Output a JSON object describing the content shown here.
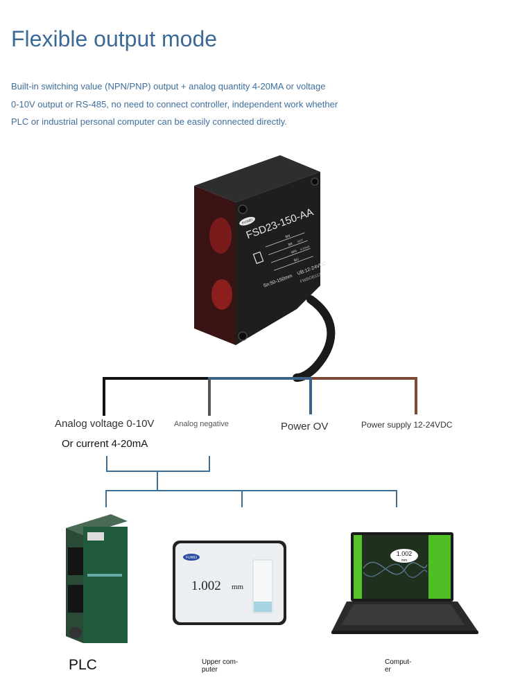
{
  "page": {
    "title": "Flexible output mode",
    "description_lines": [
      "Built-in switching value (NPN/PNP) output + analog quantity 4-20MA or voltage",
      "0-10V output or RS-485, no need to connect controller, independent work whether",
      "PLC or industrial personal computer can be easily connected directly."
    ]
  },
  "sensor": {
    "brand": "FUWEI",
    "model": "FSD23-150-AA",
    "wire_labels": [
      "BN",
      "BK",
      "WH",
      "BU"
    ],
    "wire_notes": [
      "OUT",
      "4-20mA"
    ],
    "range": "Sn:50-150mm",
    "voltage": "UB:12-24VDC",
    "serial": "FWBOB112"
  },
  "wires": {
    "analog_voltage": "Analog voltage 0-10V",
    "analog_current": "Or current 4-20mA",
    "analog_negative": "Analog negative",
    "power_ov": "Power OV",
    "power_supply": "Power supply 12-24VDC",
    "colors": {
      "black": "#111111",
      "gray": "#555555",
      "blue": "#3d6387",
      "brown": "#7a4a34",
      "tree": "#3d6f96"
    }
  },
  "devices": {
    "plc_label": "PLC",
    "upper_computer_label_lines": [
      "Upper com-",
      "puter"
    ],
    "computer_label_lines": [
      "Comput-",
      "er"
    ],
    "display_brand": "FUWEI",
    "display_value": "1.002",
    "display_unit": "mm",
    "laptop_value": "1.002",
    "laptop_unit": "mm"
  }
}
